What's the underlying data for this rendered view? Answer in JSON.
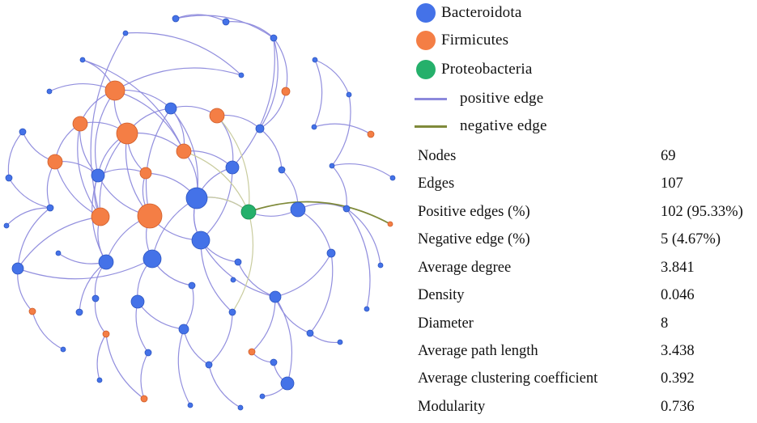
{
  "legend": {
    "phyla": [
      {
        "label": "Bacteroidota",
        "color": "#4472e8"
      },
      {
        "label": "Firmicutes",
        "color": "#f47e45"
      },
      {
        "label": "Proteobacteria",
        "color": "#25b06b"
      }
    ],
    "edges": [
      {
        "label": "positive edge",
        "color": "#8c89dc"
      },
      {
        "label": "negative edge",
        "color": "#7f8a3a"
      }
    ]
  },
  "stats": [
    {
      "label": "Nodes",
      "value": "69"
    },
    {
      "label": "Edges",
      "value": "107"
    },
    {
      "label": "Positive edges (%)",
      "value": "102 (95.33%)"
    },
    {
      "label": "Negative edge (%)",
      "value": "5 (4.67%)"
    },
    {
      "label": "Average degree",
      "value": "3.841"
    },
    {
      "label": "Density",
      "value": "0.046"
    },
    {
      "label": "Diameter",
      "value": "8"
    },
    {
      "label": "Average path length",
      "value": "3.438"
    },
    {
      "label": "Average clustering coefficient",
      "value": "0.392"
    },
    {
      "label": "Modularity",
      "value": "0.736"
    }
  ]
}
